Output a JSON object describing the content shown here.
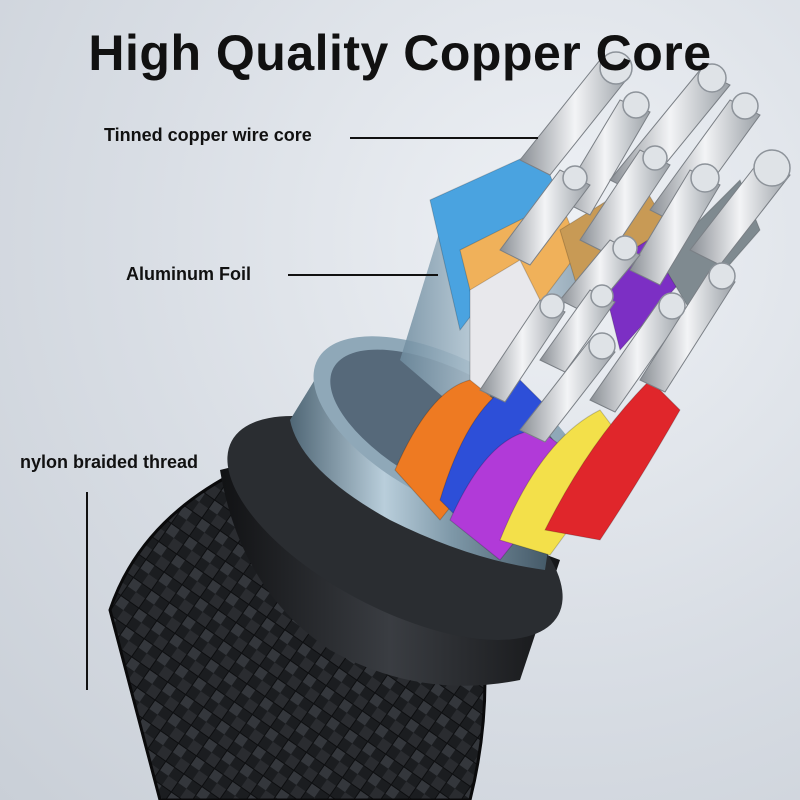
{
  "title": "High Quality Copper Core",
  "labels": {
    "core": "Tinned copper wire core",
    "foil": "Aluminum Foil",
    "nylon": "nylon braided thread"
  },
  "colors": {
    "wires": [
      "#4aa3e0",
      "#f0b15a",
      "#e8e8ec",
      "#ee7a22",
      "#2d4fd8",
      "#7c2fc4",
      "#b13ad8",
      "#f3e04a",
      "#e0262b",
      "#7f8a90"
    ],
    "braid": "#1d1f22",
    "ferrule": "#9fb7c8"
  }
}
